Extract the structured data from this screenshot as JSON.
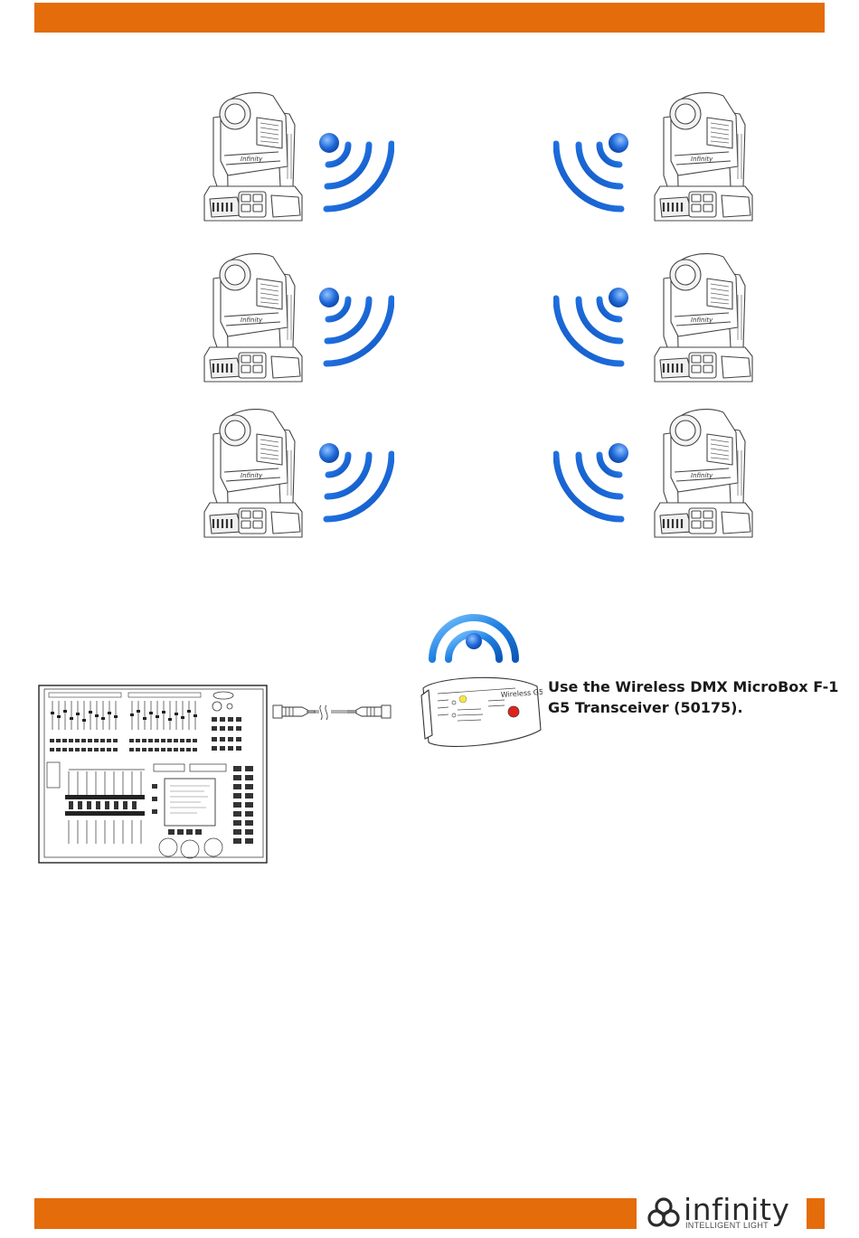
{
  "page": {
    "accent_color": "#e46c0a",
    "signal_color": "#2e7be0"
  },
  "caption": {
    "line1": "Use the Wireless DMX MicroBox F-1",
    "line2": "G5 Transceiver (50175)."
  },
  "transceiver": {
    "brand_label": "Wireless G5",
    "indicator_colors": [
      "#f5e642",
      "#e2231a"
    ]
  },
  "logo": {
    "wordmark": "infinity",
    "tagline": "INTELLIGENT LIGHT"
  },
  "icons": {
    "fixture": "moving-head-fixture-icon",
    "signal": "wireless-signal-icon",
    "console": "dmx-controller-icon",
    "cable": "xlr-cable-icon",
    "transceiver": "wireless-transceiver-icon",
    "logo_mark": "trefoil-logo-icon"
  }
}
